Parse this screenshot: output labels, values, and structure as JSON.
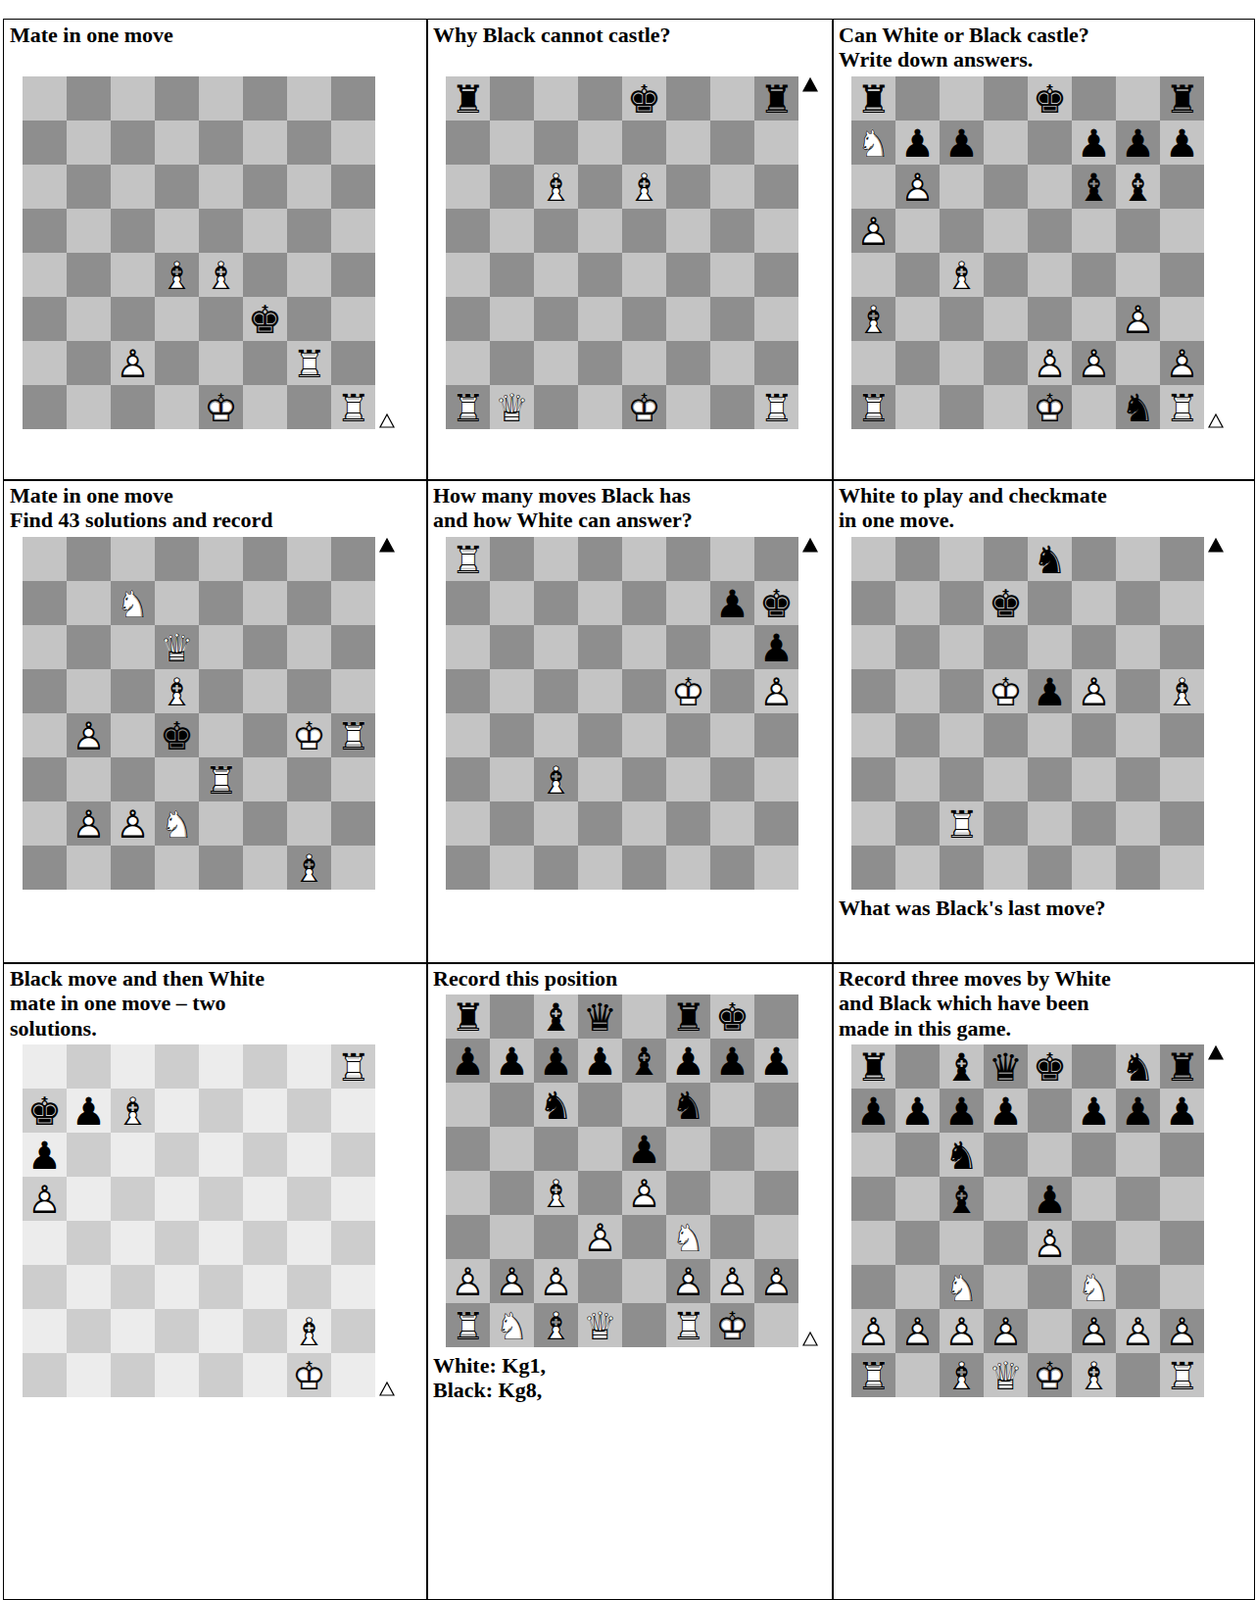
{
  "diagram": {
    "nodes": [
      {
        "text": [
          "Mate in one move"
        ]
      },
      {
        "text": [
          "Why Black cannot castle?"
        ]
      },
      {
        "text": [
          "Can White or Black castle? Write down answers."
        ]
      },
      {
        "text": [
          "Mate in one move",
          "Find 43 solutions and record"
        ]
      },
      {
        "text": [
          "How many moves Black has and how White can answer?"
        ]
      },
      {
        "text": [
          "White to play and checkmate in one move.",
          "What was Black's last move?"
        ]
      },
      {
        "text": [
          "Black move and then White mate in one move – two solutions."
        ]
      },
      {
        "text": [
          "Record this position",
          "White: Kg1,",
          "Black: Kg8,"
        ]
      },
      {
        "text": [
          "Record three moves by White and Black which have been made in this game."
        ]
      }
    ]
  }
}
